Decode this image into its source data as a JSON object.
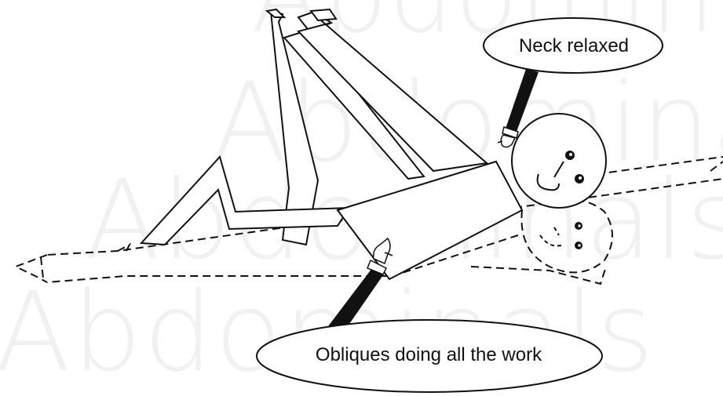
{
  "watermark": {
    "lines": [
      "Abdominals",
      "Abdominals",
      "Abdominals",
      "Abdominals"
    ]
  },
  "callouts": {
    "neck": "Neck relaxed",
    "obliques": "Obliques doing all the work"
  },
  "colors": {
    "ink": "#111111",
    "watermark": "#f1f1f1",
    "background": "#ffffff"
  }
}
